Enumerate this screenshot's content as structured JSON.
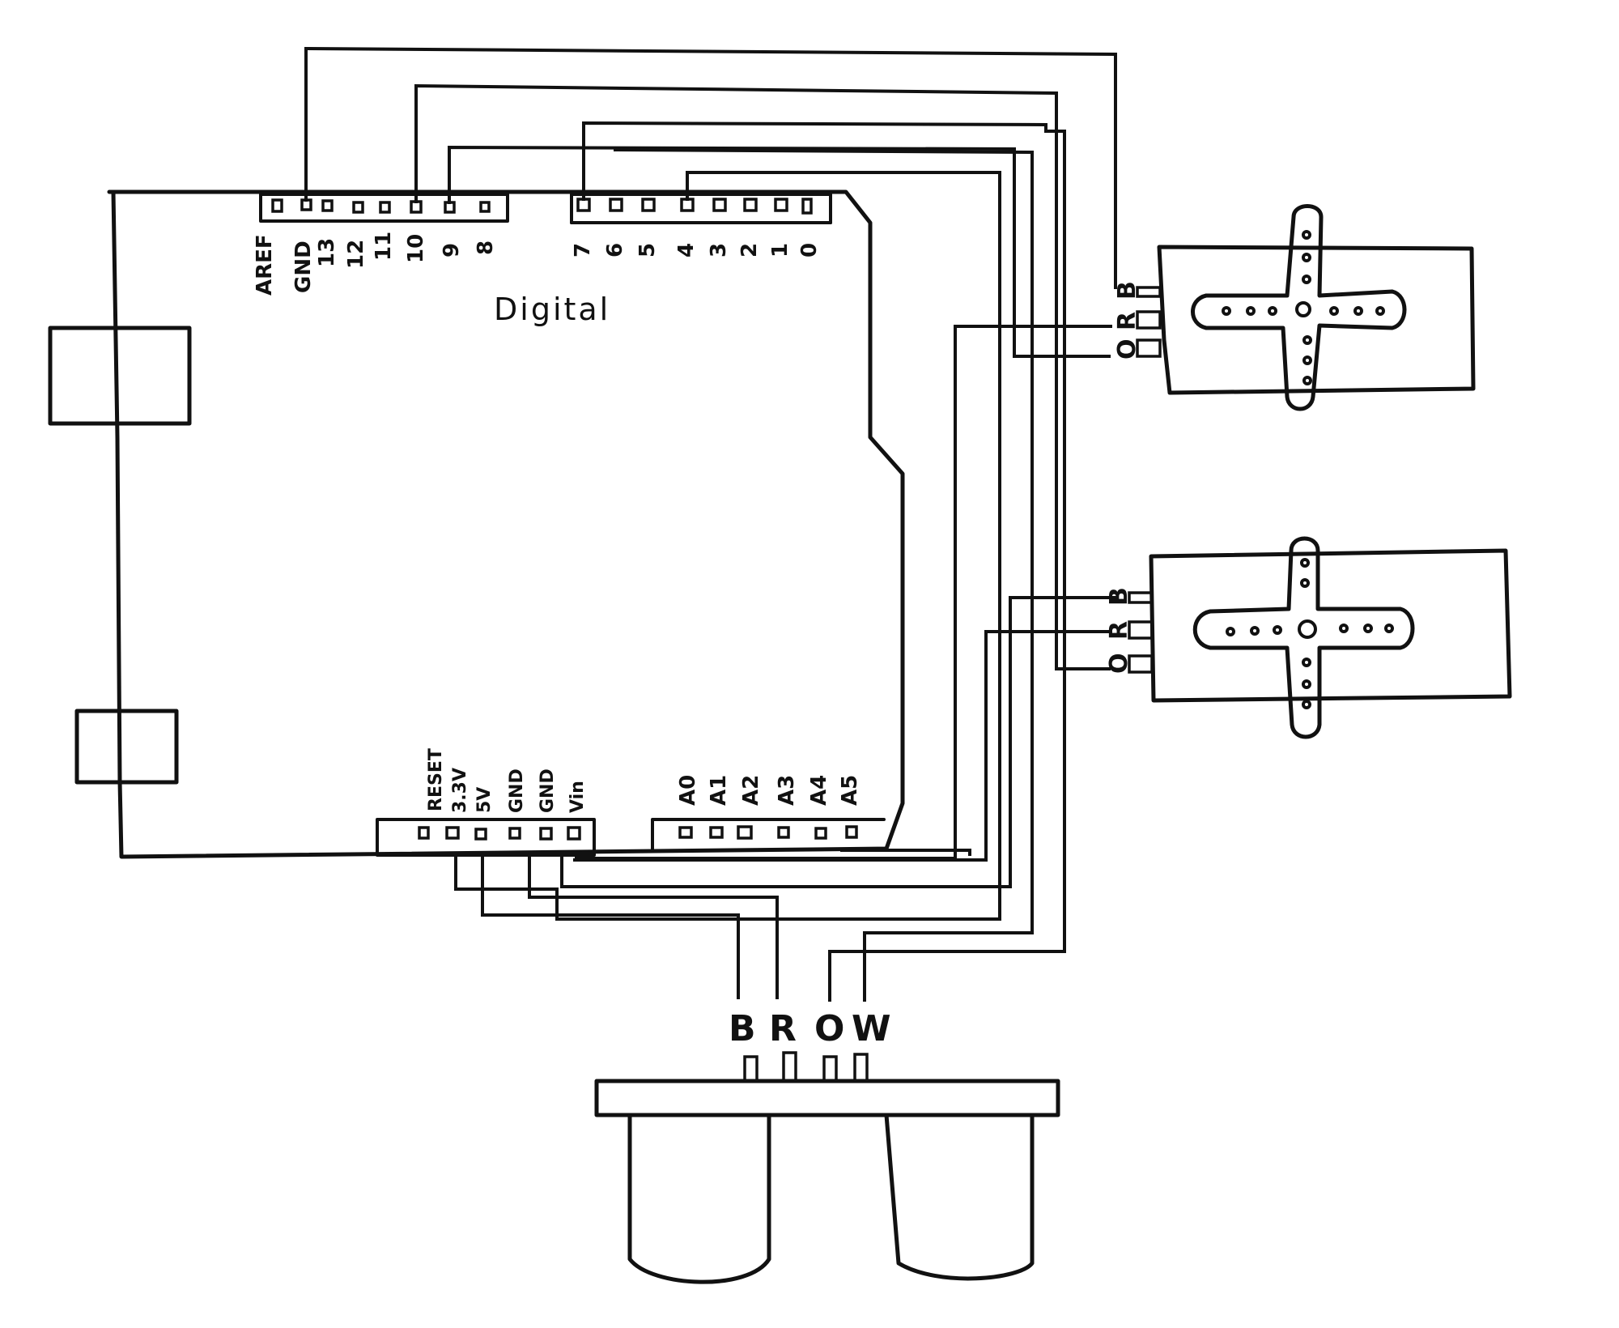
{
  "diagram": {
    "board_label": "Digital",
    "digital_header_left_pins": [
      "AREF",
      "GND",
      "13",
      "12",
      "11",
      "10",
      "9",
      "8"
    ],
    "digital_header_right_pins": [
      "7",
      "6",
      "5",
      "4",
      "3",
      "2",
      "1",
      "0"
    ],
    "power_header_pins": [
      "RESET",
      "3.3V",
      "5V",
      "GND",
      "GND",
      "Vin"
    ],
    "analog_header_pins": [
      "A0",
      "A1",
      "A2",
      "A3",
      "A4",
      "A5"
    ],
    "servo_top": {
      "pins": [
        "B",
        "R",
        "O"
      ]
    },
    "servo_bottom": {
      "pins": [
        "B",
        "R",
        "O"
      ]
    },
    "ultrasonic": {
      "pins": [
        "B",
        "R",
        "O",
        "W"
      ]
    }
  }
}
